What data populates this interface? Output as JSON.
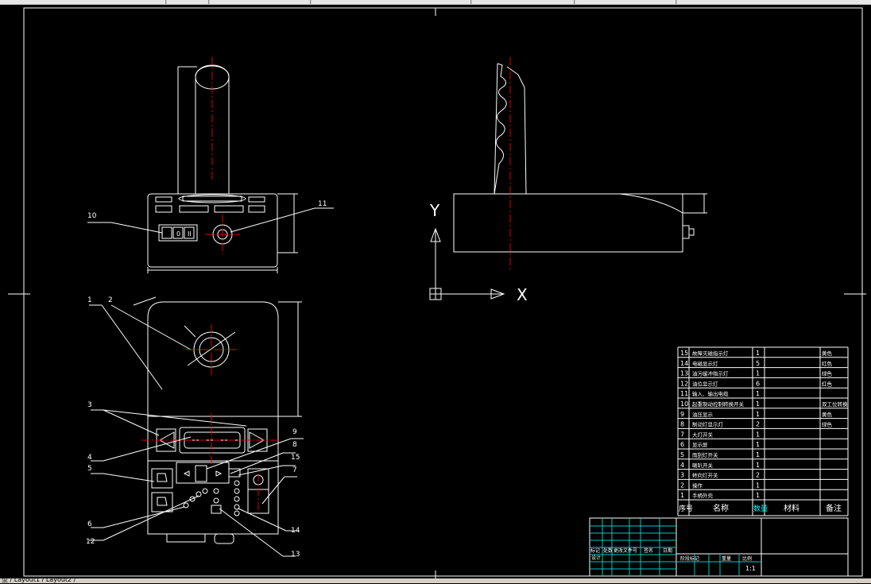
{
  "drawing": {
    "part_numbers": {
      "front_10": "10",
      "front_11": "11",
      "top_1": "1",
      "top_2": "2",
      "top_3": "3",
      "top_4": "4",
      "top_5": "5",
      "top_6": "6",
      "top_7": "7",
      "top_8": "8",
      "top_9": "9",
      "top_12": "12",
      "top_13": "13",
      "top_14": "14",
      "top_15": "15"
    },
    "switch_labels": {
      "left": "I",
      "mid": "0",
      "right": "II"
    },
    "ucs": {
      "x": "X",
      "y": "Y"
    }
  },
  "bom": {
    "rows": [
      {
        "no": "15",
        "name": "故障灭磁指示灯",
        "qty": "1",
        "material": "",
        "note": "黄色"
      },
      {
        "no": "14",
        "name": "电磁显示灯",
        "qty": "5",
        "material": "",
        "note": "红色"
      },
      {
        "no": "13",
        "name": "油污缓冲指示灯",
        "qty": "1",
        "material": "",
        "note": "绿色"
      },
      {
        "no": "12",
        "name": "油位显示灯",
        "qty": "6",
        "material": "",
        "note": "红色"
      },
      {
        "no": "11",
        "name": "输入、输出电缆",
        "qty": "1",
        "material": "",
        "note": ""
      },
      {
        "no": "10",
        "name": "起重制动控制转换开关",
        "qty": "1",
        "material": "",
        "note": "双工位转换"
      },
      {
        "no": "9",
        "name": "油压显示",
        "qty": "1",
        "material": "",
        "note": "黄色"
      },
      {
        "no": "8",
        "name": "制动灯显示灯",
        "qty": "2",
        "material": "",
        "note": "绿色"
      },
      {
        "no": "7",
        "name": "大灯开关",
        "qty": "1",
        "material": "",
        "note": ""
      },
      {
        "no": "6",
        "name": "显示屏",
        "qty": "1",
        "material": "",
        "note": ""
      },
      {
        "no": "5",
        "name": "雨刮灯开关",
        "qty": "1",
        "material": "",
        "note": ""
      },
      {
        "no": "4",
        "name": "喇叭开关",
        "qty": "1",
        "material": "",
        "note": ""
      },
      {
        "no": "3",
        "name": "转向灯开关",
        "qty": "2",
        "material": "",
        "note": ""
      },
      {
        "no": "2",
        "name": "操作",
        "qty": "1",
        "material": "",
        "note": ""
      },
      {
        "no": "1",
        "name": "手柄外壳",
        "qty": "1",
        "material": "",
        "note": ""
      }
    ],
    "header": {
      "no": "序号",
      "name": "名称",
      "qty": "数量",
      "material": "材料",
      "note": "备注"
    }
  },
  "title_block": {
    "row1": [
      "标记",
      "处数",
      "更改文件号",
      "签名",
      "日期"
    ],
    "row2": [
      "设计"
    ],
    "stage": "阶段标记",
    "weight": "重量",
    "scale_label": "比例",
    "scale": "1:1"
  },
  "status": {
    "text": "型 / Layout1 / Layout2 /"
  }
}
